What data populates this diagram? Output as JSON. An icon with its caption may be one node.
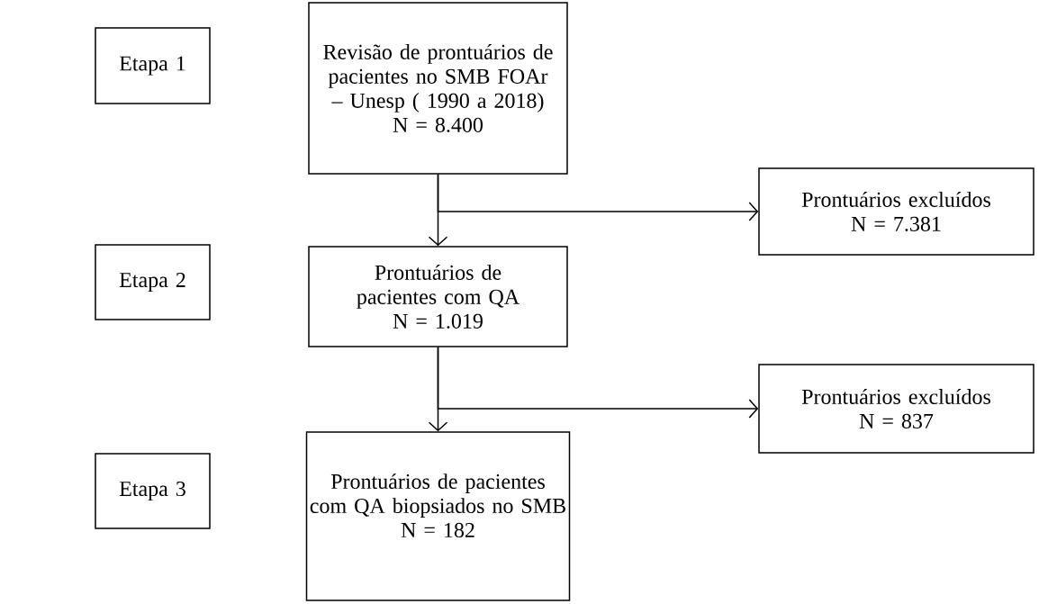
{
  "diagram": {
    "nodes": [
      {
        "text": [
          "Etapa 1"
        ]
      },
      {
        "text": [
          "Revisão de prontuários de pacientes no SMB FOAr – Unesp ( 1990 a 2018)",
          "N = 8.400"
        ]
      },
      {
        "text": [
          "Prontuários excluídos",
          "N = 7.381"
        ]
      },
      {
        "text": [
          "Etapa 2"
        ]
      },
      {
        "text": [
          "Prontuários de pacientes com QA",
          "N = 1.019"
        ]
      },
      {
        "text": [
          "Prontuários excluídos",
          "N = 837"
        ]
      },
      {
        "text": [
          "Etapa 3"
        ]
      },
      {
        "text": [
          "Prontuários de pacientes com QA biopsiados no SMB",
          "N = 182"
        ]
      }
    ],
    "edges": [
      {
        "from": 1,
        "to": 4,
        "arrow": "to"
      },
      {
        "from": 1,
        "to": 2,
        "arrow": "to"
      },
      {
        "from": 4,
        "to": 7,
        "arrow": "to"
      },
      {
        "from": 4,
        "to": 5,
        "arrow": "to"
      }
    ]
  }
}
